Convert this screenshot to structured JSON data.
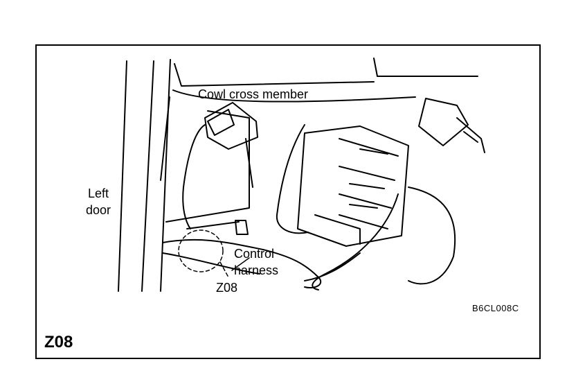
{
  "labels": {
    "cowl": "Cowl cross member",
    "left_door_1": "Left",
    "left_door_2": "door",
    "control_1": "Control",
    "control_2": "harness",
    "connector": "Z08"
  },
  "figure_code": "B6CL008C",
  "panel_title": "Z08"
}
